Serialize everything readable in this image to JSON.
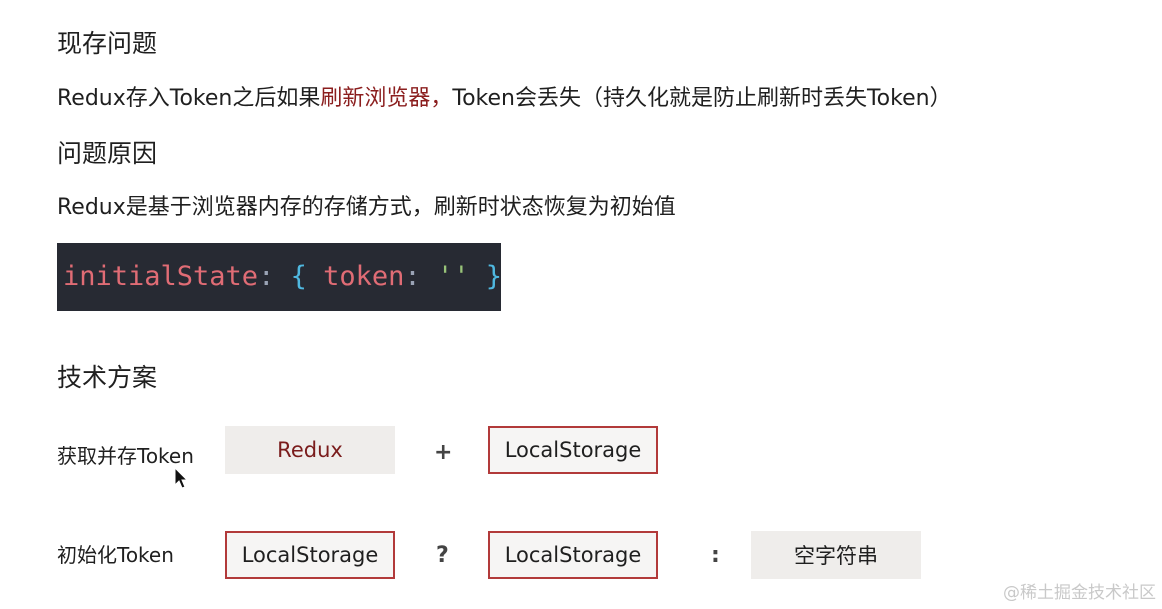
{
  "sections": {
    "problem_heading": "现存问题",
    "problem_text_prefix": "Redux存入Token之后如果",
    "problem_text_highlight": "刷新浏览器，",
    "problem_text_suffix": "Token会丢失（持久化就是防止刷新时丢失Token）",
    "cause_heading": "问题原因",
    "cause_text": "Redux是基于浏览器内存的存储方式，刷新时状态恢复为初始值",
    "solution_heading": "技术方案"
  },
  "code": {
    "identifier": "initialState",
    "colon1": ":",
    "open_brace": "{",
    "key": "token",
    "colon2": ":",
    "value": "''",
    "close_brace": "}"
  },
  "row1": {
    "label": "获取并存Token",
    "box1": "Redux",
    "operator": "+",
    "box2": "LocalStorage"
  },
  "row2": {
    "label": "初始化Token",
    "box1": "LocalStorage",
    "op1": "?",
    "box2": "LocalStorage",
    "op2": ":",
    "box3": "空字符串"
  },
  "watermark": "@稀土掘金技术社区",
  "colors": {
    "highlight": "#8b1e1e",
    "box_border": "#b23a3a",
    "code_bg": "#272a33"
  }
}
